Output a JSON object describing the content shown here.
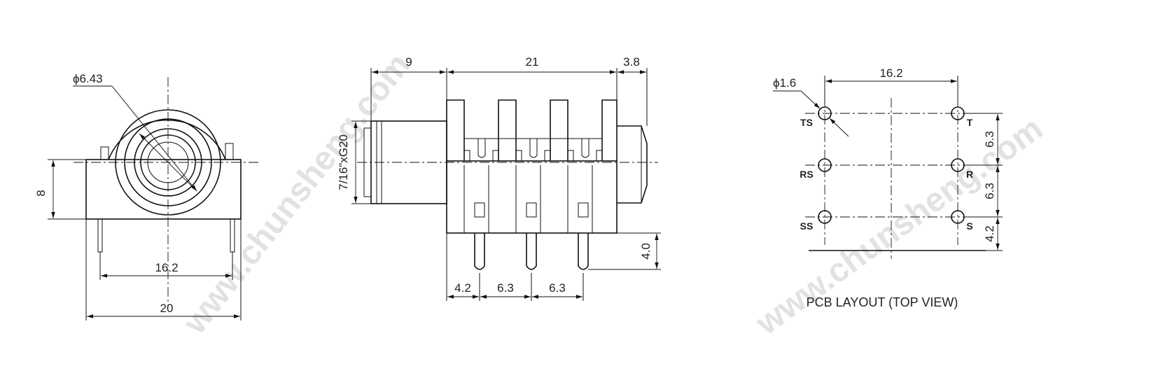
{
  "watermarks": [
    "www.chunsheng.com",
    "www.chunsheng.com"
  ],
  "front_view": {
    "diameter_label": "ϕ6.43",
    "height_label": "8",
    "pin_spacing_label": "16.2",
    "width_label": "20"
  },
  "side_view": {
    "front_length_label": "9",
    "body_length_label": "21",
    "rear_length_label": "3.8",
    "thread_label": "7/16\"xG20",
    "pin_length_label": "4.0",
    "pitch_labels": [
      "4.2",
      "6.3",
      "6.3"
    ]
  },
  "pcb_layout": {
    "hole_diameter_label": "ϕ1.6",
    "width_label": "16.2",
    "pin_labels": {
      "ts": "TS",
      "t": "T",
      "rs": "RS",
      "r": "R",
      "ss": "SS",
      "s": "S"
    },
    "vertical_spacing_labels": [
      "6.3",
      "6.3",
      "4.2"
    ],
    "caption": "PCB LAYOUT (TOP VIEW)"
  }
}
